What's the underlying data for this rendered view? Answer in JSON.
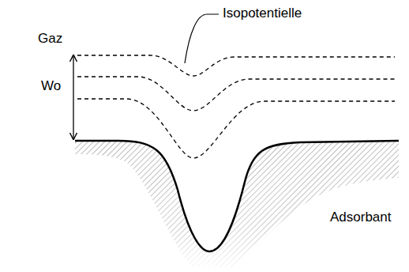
{
  "diagram": {
    "labels": [
      "Isopotentielle",
      "Gaz",
      "Wo",
      "Adsorbant"
    ]
  }
}
